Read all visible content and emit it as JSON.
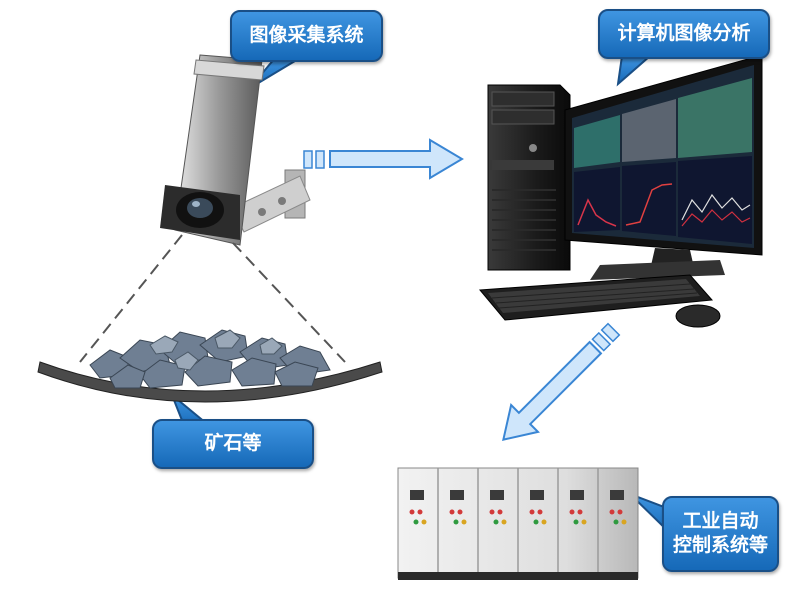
{
  "labels": {
    "camera_system": "图像采集系统",
    "computer_analysis": "计算机图像分析",
    "ore": "矿石等",
    "automation_line1": "工业自动",
    "automation_line2": "控制系统等"
  },
  "colors": {
    "callout_top": "#3f95e1",
    "callout_bottom": "#1669b8",
    "callout_border": "#1a4f86",
    "arrow_fill": "#cfe6fb",
    "arrow_stroke": "#3a86d4"
  }
}
